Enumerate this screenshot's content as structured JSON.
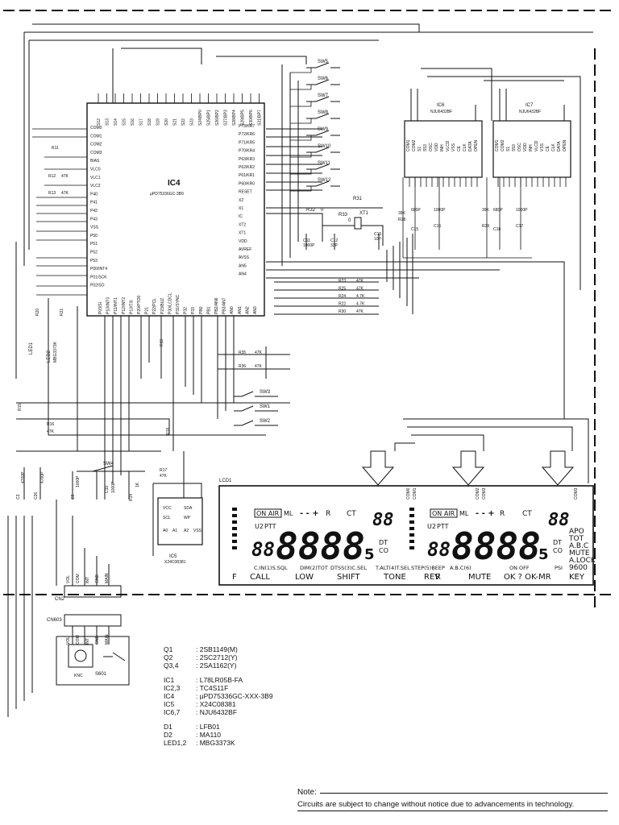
{
  "ic4": {
    "ref": "IC4",
    "part": "µPD75336GC-3B9"
  },
  "ic6": {
    "ref": "IC6",
    "part": "NJU6432BF"
  },
  "ic7": {
    "ref": "IC7",
    "part": "NJU6432BF"
  },
  "ic5": {
    "ref": "IC5",
    "part": "X24C08381"
  },
  "lcd_ref": "LCD1",
  "ic4_pins_top": [
    "S12",
    "S13",
    "S14",
    "S15",
    "S16",
    "S17",
    "S18",
    "S19",
    "S20",
    "S21",
    "S22",
    "S23",
    "S24/BP0",
    "S25/BP1",
    "S26/BP2",
    "S27/BP3",
    "S28/BP4",
    "S29/BP5",
    "S30/BP6",
    "S31/BP7"
  ],
  "ic4_pins_left": [
    "COM0",
    "COM1",
    "COM2",
    "COM3",
    "BIAS",
    "VLC0",
    "VLC1",
    "VLC2",
    "P40",
    "P41",
    "P42",
    "P43",
    "VSS",
    "P50",
    "P51",
    "P52",
    "P53",
    "P00/INT4",
    "P01/SCK",
    "P02/SO"
  ],
  "ic4_pins_right": [
    "P73/KR7",
    "P72/KR6",
    "P71/KR5",
    "P70/KR4",
    "P63/KR3",
    "P62/KR2",
    "P61/KR1",
    "P60/KR0",
    "RESET",
    "X2",
    "X1",
    "IC",
    "XT2",
    "XT1",
    "VDD",
    "AVREF",
    "AVSS",
    "AN5",
    "AN4"
  ],
  "ic4_pins_bottom": [
    "P03/SI",
    "P10/INT0",
    "P11/INT1",
    "P12/INT2",
    "P13/TI0",
    "P20/PTO0",
    "P21",
    "P22/PCL",
    "P23/BUZ",
    "P30/LCDCL",
    "P31/SYNC",
    "P32",
    "P33",
    "PB0",
    "PB1",
    "PB2/AN6",
    "PB3/AN7",
    "AN0",
    "AN1",
    "AN2",
    "AN3"
  ],
  "ic6_pins": [
    "COM1",
    "COM2",
    "S1",
    "S53",
    "OSC",
    "VDD",
    "INH",
    "VLCD",
    "VSS",
    "CE",
    "CLK",
    "DATA",
    "OPEN"
  ],
  "ic5_pins": [
    "VCC",
    "SDA",
    "SCL",
    "WP",
    "A0",
    "A1",
    "A2",
    "VSS"
  ],
  "switches": [
    "SW5",
    "SW6",
    "SW7",
    "SW8",
    "SW9",
    "SW10",
    "SW11",
    "SW12"
  ],
  "switches_lower": [
    "SW3",
    "SW1",
    "SW2",
    "SW4"
  ],
  "resistors": [
    {
      "ref": "R11",
      "val": "47K"
    },
    {
      "ref": "R12",
      "val": "47K"
    },
    {
      "ref": "R13",
      "val": "47K"
    },
    {
      "ref": "R32",
      "val": "0"
    },
    {
      "ref": "R33",
      "val": "0"
    },
    {
      "ref": "R31",
      "val": ""
    },
    {
      "ref": "R23",
      "val": "47K"
    },
    {
      "ref": "R25",
      "val": "47K"
    },
    {
      "ref": "R24",
      "val": "4.7K"
    },
    {
      "ref": "R22",
      "val": "4.7K"
    },
    {
      "ref": "R30",
      "val": "47K"
    },
    {
      "ref": "R35",
      "val": "47K"
    },
    {
      "ref": "R36",
      "val": "47K"
    },
    {
      "ref": "R28",
      "val": "39K"
    },
    {
      "ref": "R29",
      "val": "39K"
    },
    {
      "ref": "R15",
      "val": "47K"
    },
    {
      "ref": "R16",
      "val": "47K"
    },
    {
      "ref": "R17",
      "val": "47K"
    },
    {
      "ref": "R18",
      "val": "47K"
    },
    {
      "ref": "R19",
      "val": "47K"
    },
    {
      "ref": "R14",
      "val": "1K"
    },
    {
      "ref": "R20",
      "val": "47K"
    },
    {
      "ref": "R21",
      "val": "47K"
    }
  ],
  "capacitors": [
    {
      "ref": "C11",
      "val": "1000P"
    },
    {
      "ref": "C12",
      "val": "33P"
    },
    {
      "ref": "C15",
      "val": "10P"
    },
    {
      "ref": "C15",
      "val": "680P"
    },
    {
      "ref": "C16",
      "val": "1000P"
    },
    {
      "ref": "C18",
      "val": "680P"
    },
    {
      "ref": "C17",
      "val": "1000P"
    },
    {
      "ref": "C3",
      "val": "4700P"
    },
    {
      "ref": "C26",
      "val": "4700P"
    },
    {
      "ref": "C9",
      "val": "1000P"
    },
    {
      "ref": "C10",
      "val": "1000P"
    }
  ],
  "xtal": "XT1",
  "leds": [
    "LED1",
    "LED2",
    "MBG3373K"
  ],
  "connectors": [
    {
      "ref": "CN2",
      "pins": [
        "VOL",
        "COM",
        "INT",
        "GND",
        "MAIN"
      ]
    },
    {
      "ref": "CN603",
      "pins": [
        "VOL",
        "COM",
        "INT",
        "GND",
        "MAIN"
      ]
    }
  ],
  "knob": {
    "ref": "KNC",
    "switch": "S601"
  },
  "lcd": {
    "top_left": [
      "ON AIR",
      "ML",
      "R",
      "CT"
    ],
    "top_right": [
      "ON AIR",
      "ML",
      "R",
      "CT"
    ],
    "left_digits": "88",
    "big_digits": "8888",
    "suffix": "5",
    "small_ind": [
      "U2",
      "PTT",
      "DT",
      "CO"
    ],
    "right_words": [
      "APO",
      "TOT",
      "A.B.C",
      "MUTE",
      "A.LOCK",
      "9600"
    ],
    "row1": [
      "C.IN(1)S.SQL",
      "DIM(2)TOT",
      "DTSS(3)C.SEL",
      "T.ALT(4)T.SEL",
      "STEP(5)BEEP",
      "A.B.C(6)",
      "ON OFF",
      "PSI"
    ],
    "row2": [
      "F",
      "CALL",
      "LOW",
      "SHIFT",
      "TONE",
      "REV",
      "R",
      "MUTE",
      "OK ? OK-MR",
      "KEY"
    ],
    "pins": [
      "COM0",
      "COM1",
      "COM2",
      "COM3",
      "COM3"
    ]
  },
  "parts": [
    {
      "ref": "Q1",
      "val": ": 2SB1149(M)"
    },
    {
      "ref": "Q2",
      "val": ": 2SC2712(Y)"
    },
    {
      "ref": "Q3,4",
      "val": ": 2SA1162(Y)"
    },
    {
      "ref": "",
      "val": ""
    },
    {
      "ref": "IC1",
      "val": ": L78LR05B-FA"
    },
    {
      "ref": "IC2,3",
      "val": ": TC4S11F"
    },
    {
      "ref": "IC4",
      "val": ": µPD75336GC-XXX-3B9"
    },
    {
      "ref": "IC5",
      "val": ": X24C08381"
    },
    {
      "ref": "IC6,7",
      "val": ": NJU6432BF"
    },
    {
      "ref": "",
      "val": ""
    },
    {
      "ref": "D1",
      "val": ": LFB01"
    },
    {
      "ref": "D2",
      "val": ": MA110"
    },
    {
      "ref": "LED1,2",
      "val": ": MBG3373K"
    }
  ],
  "note": {
    "title": "Note:",
    "text": "Circuits are subject to change without notice due to advancements in technology."
  }
}
